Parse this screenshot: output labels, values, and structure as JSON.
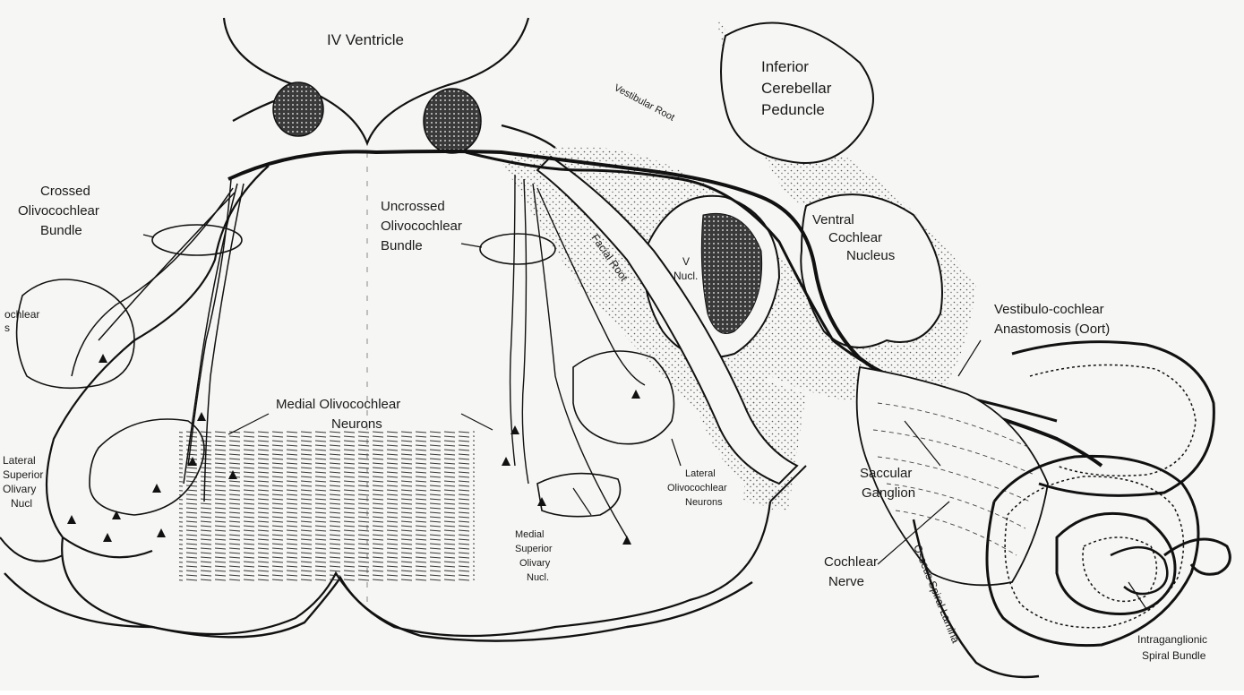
{
  "labels": {
    "iv_ventricle": "IV Ventricle",
    "inferior_cerebellar_peduncle": [
      "Inferior",
      "Cerebellar",
      "Peduncle"
    ],
    "vestibular_root": "Vestibular Root",
    "crossed_bundle": [
      "Crossed",
      "Olivocochlear",
      "Bundle"
    ],
    "uncrossed_bundle": [
      "Uncrossed",
      "Olivocochlear",
      "Bundle"
    ],
    "facial_root": "Facial Root",
    "v_nucl": [
      "V",
      "Nucl."
    ],
    "ventral_cochlear_nucleus": [
      "Ventral",
      "Cochlear",
      "Nucleus"
    ],
    "cochlear_nucleus_partial": [
      "ochlear",
      "s"
    ],
    "vestibulo_cochlear_anastomosis": [
      "Vestibulo-cochlear",
      "Anastomosis (Oort)"
    ],
    "medial_olivocochlear_neurons": [
      "Medial Olivocochlear",
      "Neurons"
    ],
    "lateral_superior_olivary_nucl": [
      "Lateral",
      "Superior",
      "Olivary",
      "Nucl"
    ],
    "lateral_olivocochlear_neurons": [
      "Lateral",
      "Olivocochlear",
      "Neurons"
    ],
    "medial_superior_olivary_nucl": [
      "Medial",
      "Superior",
      "Olivary",
      "Nucl."
    ],
    "saccular_ganglion": [
      "Saccular",
      "Ganglion"
    ],
    "cochlear_nerve": [
      "Cochlear",
      "Nerve"
    ],
    "osseus_spiral_lamina": "Osseus Spiral Lamina",
    "intraganglionic_spiral_bundle": [
      "Intraganglionic",
      "Spiral Bundle"
    ]
  }
}
